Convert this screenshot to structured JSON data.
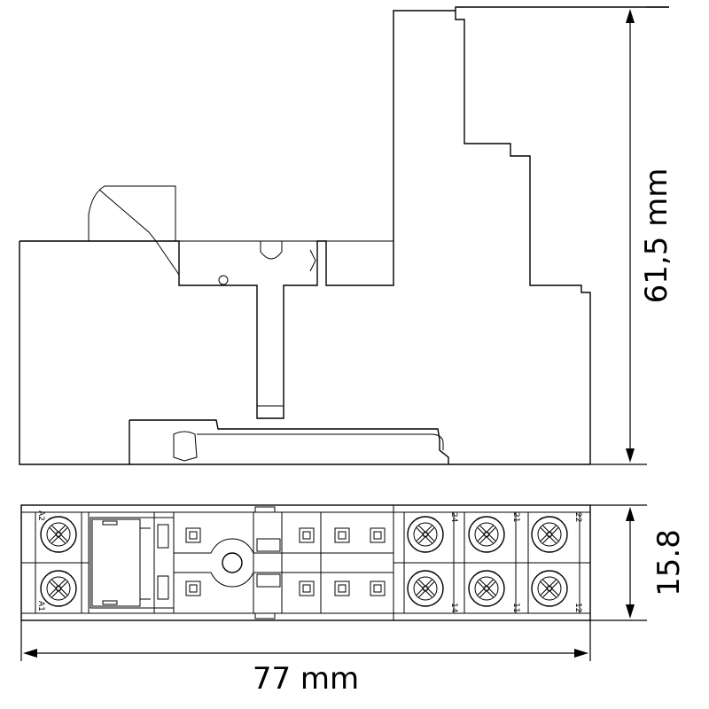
{
  "dimensions": {
    "height": "61,5 mm",
    "depth": "15.8",
    "width": "77 mm"
  },
  "terminals": {
    "a2": "A2",
    "a1": "A1",
    "t24": "24",
    "t14": "14",
    "t21": "21",
    "t11": "11",
    "t22": "22",
    "t12": "12"
  }
}
